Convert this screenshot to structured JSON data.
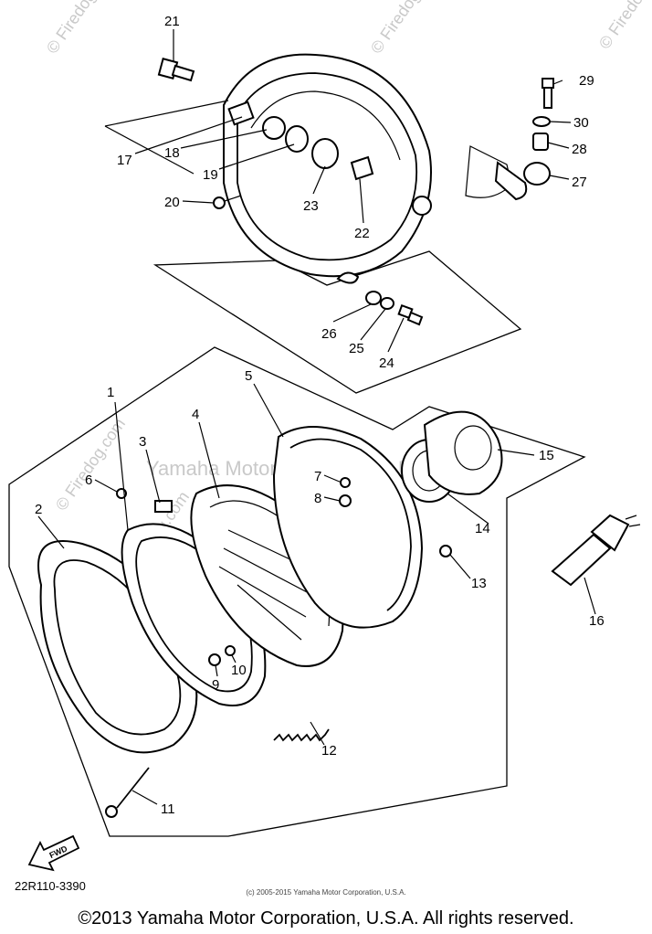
{
  "watermarks": [
    "© Firedog.com",
    "© Firedog.com",
    "© Firedog.com",
    "© Firedog.com",
    "© Firedog.com",
    "© Firedog.com"
  ],
  "watermark_center": "Yamaha Motor Corporation, U.S.A.",
  "fwd_label": "FWD",
  "part_labels": [
    {
      "id": "1",
      "text": "1"
    },
    {
      "id": "2",
      "text": "2"
    },
    {
      "id": "3",
      "text": "3"
    },
    {
      "id": "4",
      "text": "4"
    },
    {
      "id": "5",
      "text": "5"
    },
    {
      "id": "6",
      "text": "6"
    },
    {
      "id": "7",
      "text": "7"
    },
    {
      "id": "8",
      "text": "8"
    },
    {
      "id": "9",
      "text": "9"
    },
    {
      "id": "10",
      "text": "10"
    },
    {
      "id": "11",
      "text": "11"
    },
    {
      "id": "12",
      "text": "12"
    },
    {
      "id": "13",
      "text": "13"
    },
    {
      "id": "14",
      "text": "14"
    },
    {
      "id": "15",
      "text": "15"
    },
    {
      "id": "16",
      "text": "16"
    },
    {
      "id": "17",
      "text": "17"
    },
    {
      "id": "18",
      "text": "18"
    },
    {
      "id": "19",
      "text": "19"
    },
    {
      "id": "20",
      "text": "20"
    },
    {
      "id": "21",
      "text": "21"
    },
    {
      "id": "22",
      "text": "22"
    },
    {
      "id": "23",
      "text": "23"
    },
    {
      "id": "24",
      "text": "24"
    },
    {
      "id": "25",
      "text": "25"
    },
    {
      "id": "26",
      "text": "26"
    },
    {
      "id": "27",
      "text": "27"
    },
    {
      "id": "28",
      "text": "28"
    },
    {
      "id": "29",
      "text": "29"
    },
    {
      "id": "30",
      "text": "30"
    }
  ],
  "diagram_code": "22R110-3390",
  "small_copyright": "(c) 2005-2015 Yamaha Motor Corporation, U.S.A.",
  "copyright": "©2013 Yamaha Motor Corporation, U.S.A. All rights reserved."
}
